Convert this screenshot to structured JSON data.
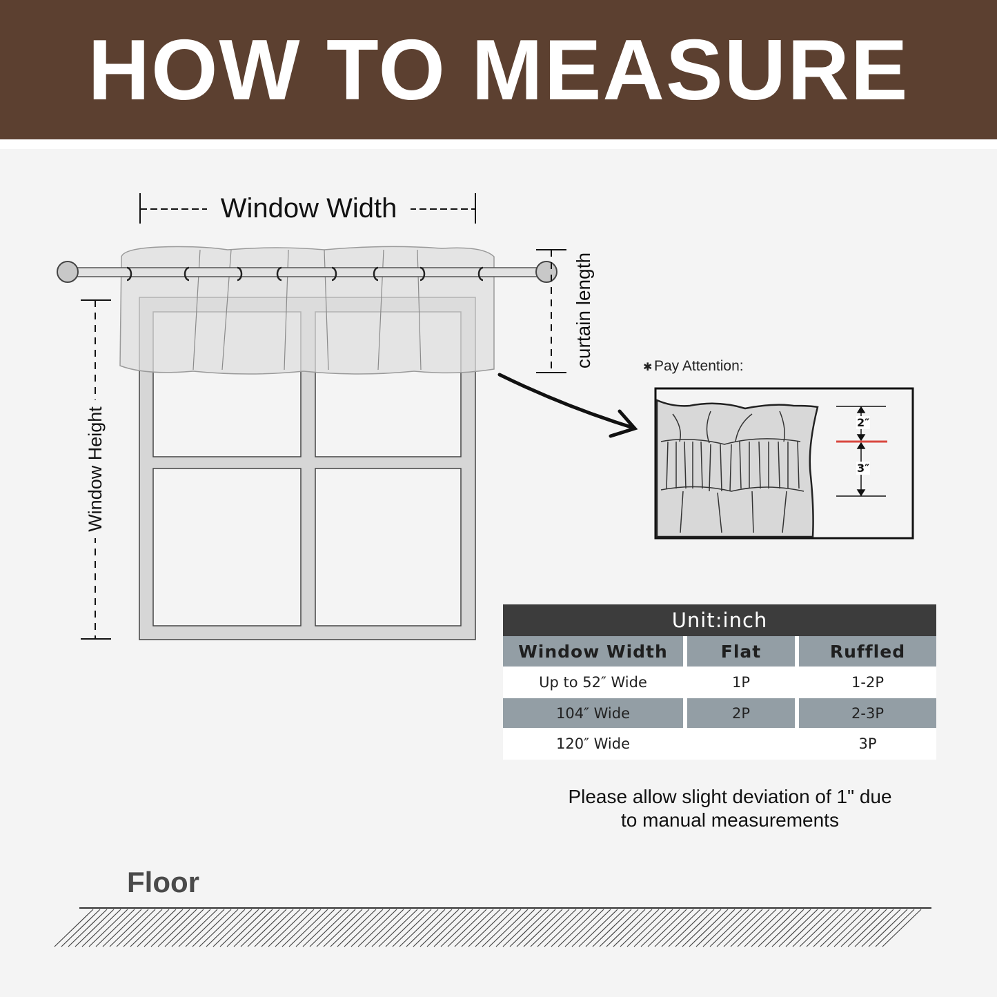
{
  "header": {
    "title": "HOW TO MEASURE",
    "bg_color": "#5c4030",
    "text_color": "#ffffff"
  },
  "diagram": {
    "window_width_label": "Window Width",
    "window_height_label": "Window Height",
    "curtain_length_label": "curtain length",
    "pay_attention_label": "Pay Attention:",
    "top_measure": "2″",
    "bottom_measure": "3″",
    "accent_color": "#d9473f"
  },
  "table": {
    "unit_label": "Unit:inch",
    "columns": [
      "Window Width",
      "Flat",
      "Ruffled"
    ],
    "rows": [
      [
        "Up to 52″ Wide",
        "1P",
        "1-2P"
      ],
      [
        "104″ Wide",
        "2P",
        "2-3P"
      ],
      [
        "120″ Wide",
        "",
        "3P"
      ]
    ],
    "header_color": "#3c3c3c",
    "stripe_color": "#939ea5"
  },
  "note": {
    "line1": "Please allow slight deviation of 1\" due",
    "line2": "to manual measurements"
  },
  "floor_label": "Floor"
}
